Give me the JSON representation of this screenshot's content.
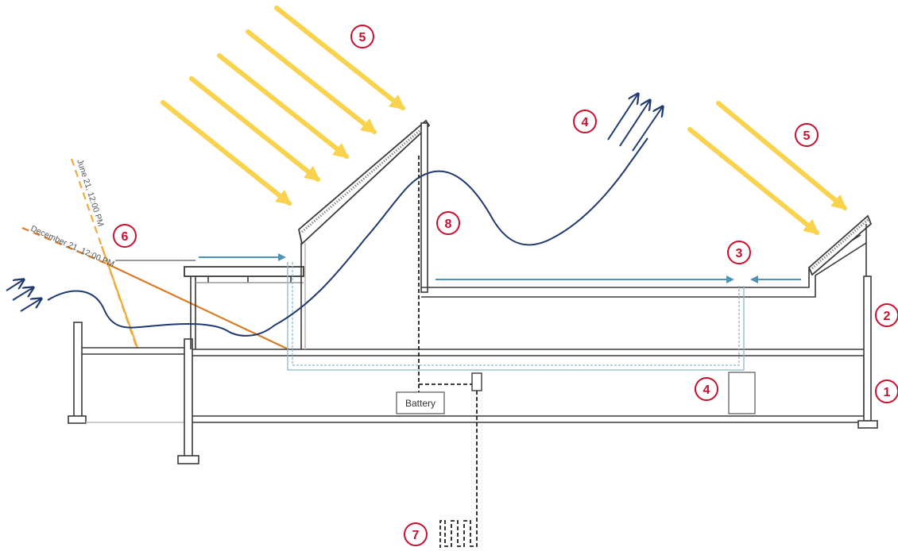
{
  "colors": {
    "sun": "#f9d24e",
    "air": "#1f3a6e",
    "water": "#4f94b8",
    "marker": "#c8102e",
    "structure": "#3a3a3a",
    "june_line": "#f2a93b",
    "december_line": "#d97a26",
    "wire": "#222222"
  },
  "sun_angles": {
    "june": "June 21, 12:00 PM",
    "december": "December 21, 12:00 PM"
  },
  "equipment": {
    "battery": "Battery"
  },
  "markers": {
    "m1": "1",
    "m2": "2",
    "m3": "3",
    "m4a": "4",
    "m4b": "4",
    "m5a": "5",
    "m5b": "5",
    "m6": "6",
    "m7": "7",
    "m8": "8"
  },
  "icons": {
    "sun_ray": "arrow-diagonal-down-right",
    "breeze": "arrow-up-right",
    "loop": "ground-loop-coil"
  }
}
